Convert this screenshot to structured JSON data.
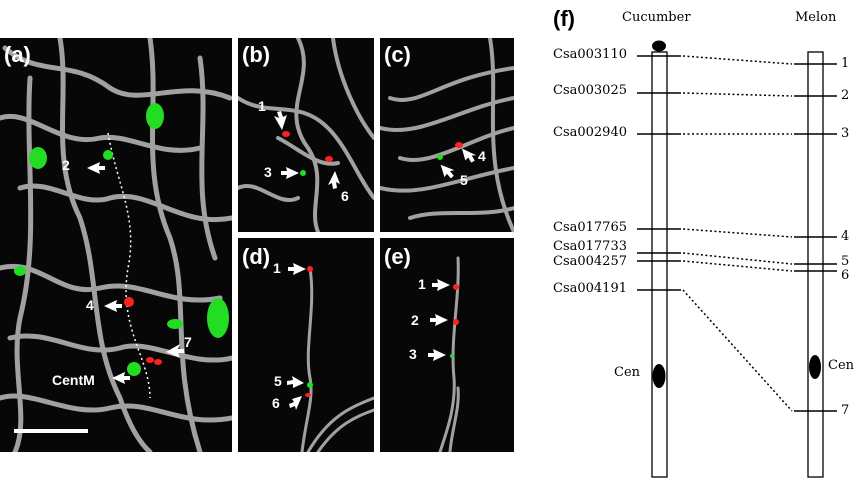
{
  "panels": {
    "a": {
      "label": "(a)",
      "annotations": [
        "2",
        "4",
        "7",
        "CentM"
      ]
    },
    "b": {
      "label": "(b)",
      "annotations": [
        "1",
        "3",
        "6"
      ]
    },
    "c": {
      "label": "(c)",
      "annotations": [
        "4",
        "5"
      ]
    },
    "d": {
      "label": "(d)",
      "annotations": [
        "1",
        "5",
        "6"
      ]
    },
    "e": {
      "label": "(e)",
      "annotations": [
        "1",
        "2",
        "3"
      ]
    },
    "f": {
      "label": "(f)"
    }
  },
  "map": {
    "cucumber_title": "Cucumber",
    "melon_title": "Melon",
    "cucumber_markers": [
      "Csa003110",
      "Csa003025",
      "Csa002940",
      "Csa017765",
      "Csa017733",
      "Csa004257",
      "Csa004191"
    ],
    "melon_markers": [
      "1",
      "2",
      "3",
      "4",
      "5",
      "6",
      "7"
    ],
    "cen_label": "Cen"
  },
  "colors": {
    "fish_red": "#ff2020",
    "fish_green": "#22dd22",
    "chromatin": "#c8c8c8"
  }
}
